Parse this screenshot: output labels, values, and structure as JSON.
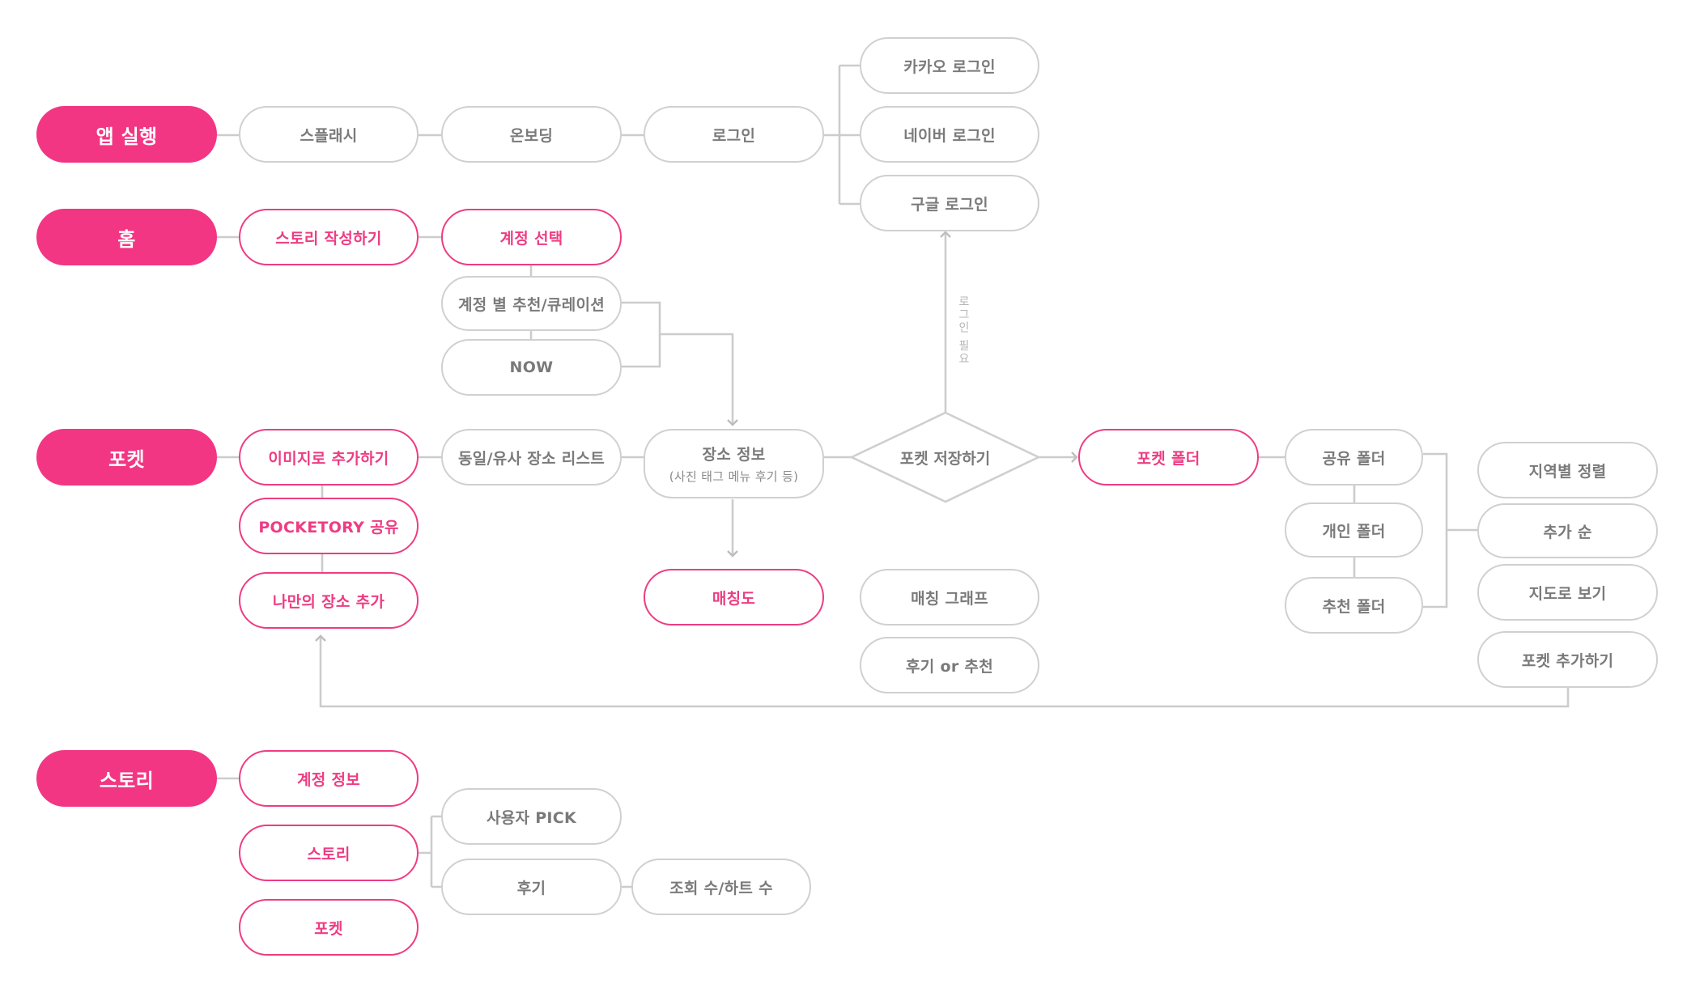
{
  "colors": {
    "accent": "#f23683",
    "line": "#cccccc",
    "text": "#7a7a7a"
  },
  "categories": {
    "app_launch": "앱 실행",
    "home": "홈",
    "pocket": "포켓",
    "story": "스토리"
  },
  "app_launch": {
    "splash": "스플래시",
    "onboarding": "온보딩",
    "login": "로그인",
    "kakao_login": "카카오 로그인",
    "naver_login": "네이버 로그인",
    "google_login": "구글 로그인"
  },
  "home": {
    "write_story": "스토리 작성하기",
    "select_account": "계정 선택",
    "account_curation": "계정 별 추천/큐레이션",
    "now": "NOW"
  },
  "pocket": {
    "add_by_image": "이미지로 추가하기",
    "share_pocketory": "POCKETORY 공유",
    "add_my_place": "나만의 장소 추가",
    "similar_places": "동일/유사 장소 리스트",
    "place_info": "장소 정보",
    "place_info_sub": "(사진 태그 메뉴 후기 등)",
    "save_to_pocket": "포켓 저장하기",
    "login_required": "로그인 필요",
    "matching": "매칭도",
    "matching_graph": "매칭 그래프",
    "review_or_recommend": "후기 or 추천",
    "pocket_folder": "포켓 폴더",
    "shared_folder": "공유 폴더",
    "personal_folder": "개인 폴더",
    "recommended_folder": "추천 폴더",
    "sort_by_region": "지역별 정렬",
    "sort_by_added": "추가 순",
    "view_on_map": "지도로 보기",
    "add_pocket": "포켓 추가하기"
  },
  "story": {
    "account_info": "계정 정보",
    "story": "스토리",
    "pocket": "포켓",
    "user_pick": "사용자 PICK",
    "review": "후기",
    "views_hearts": "조회 수/하트 수"
  }
}
